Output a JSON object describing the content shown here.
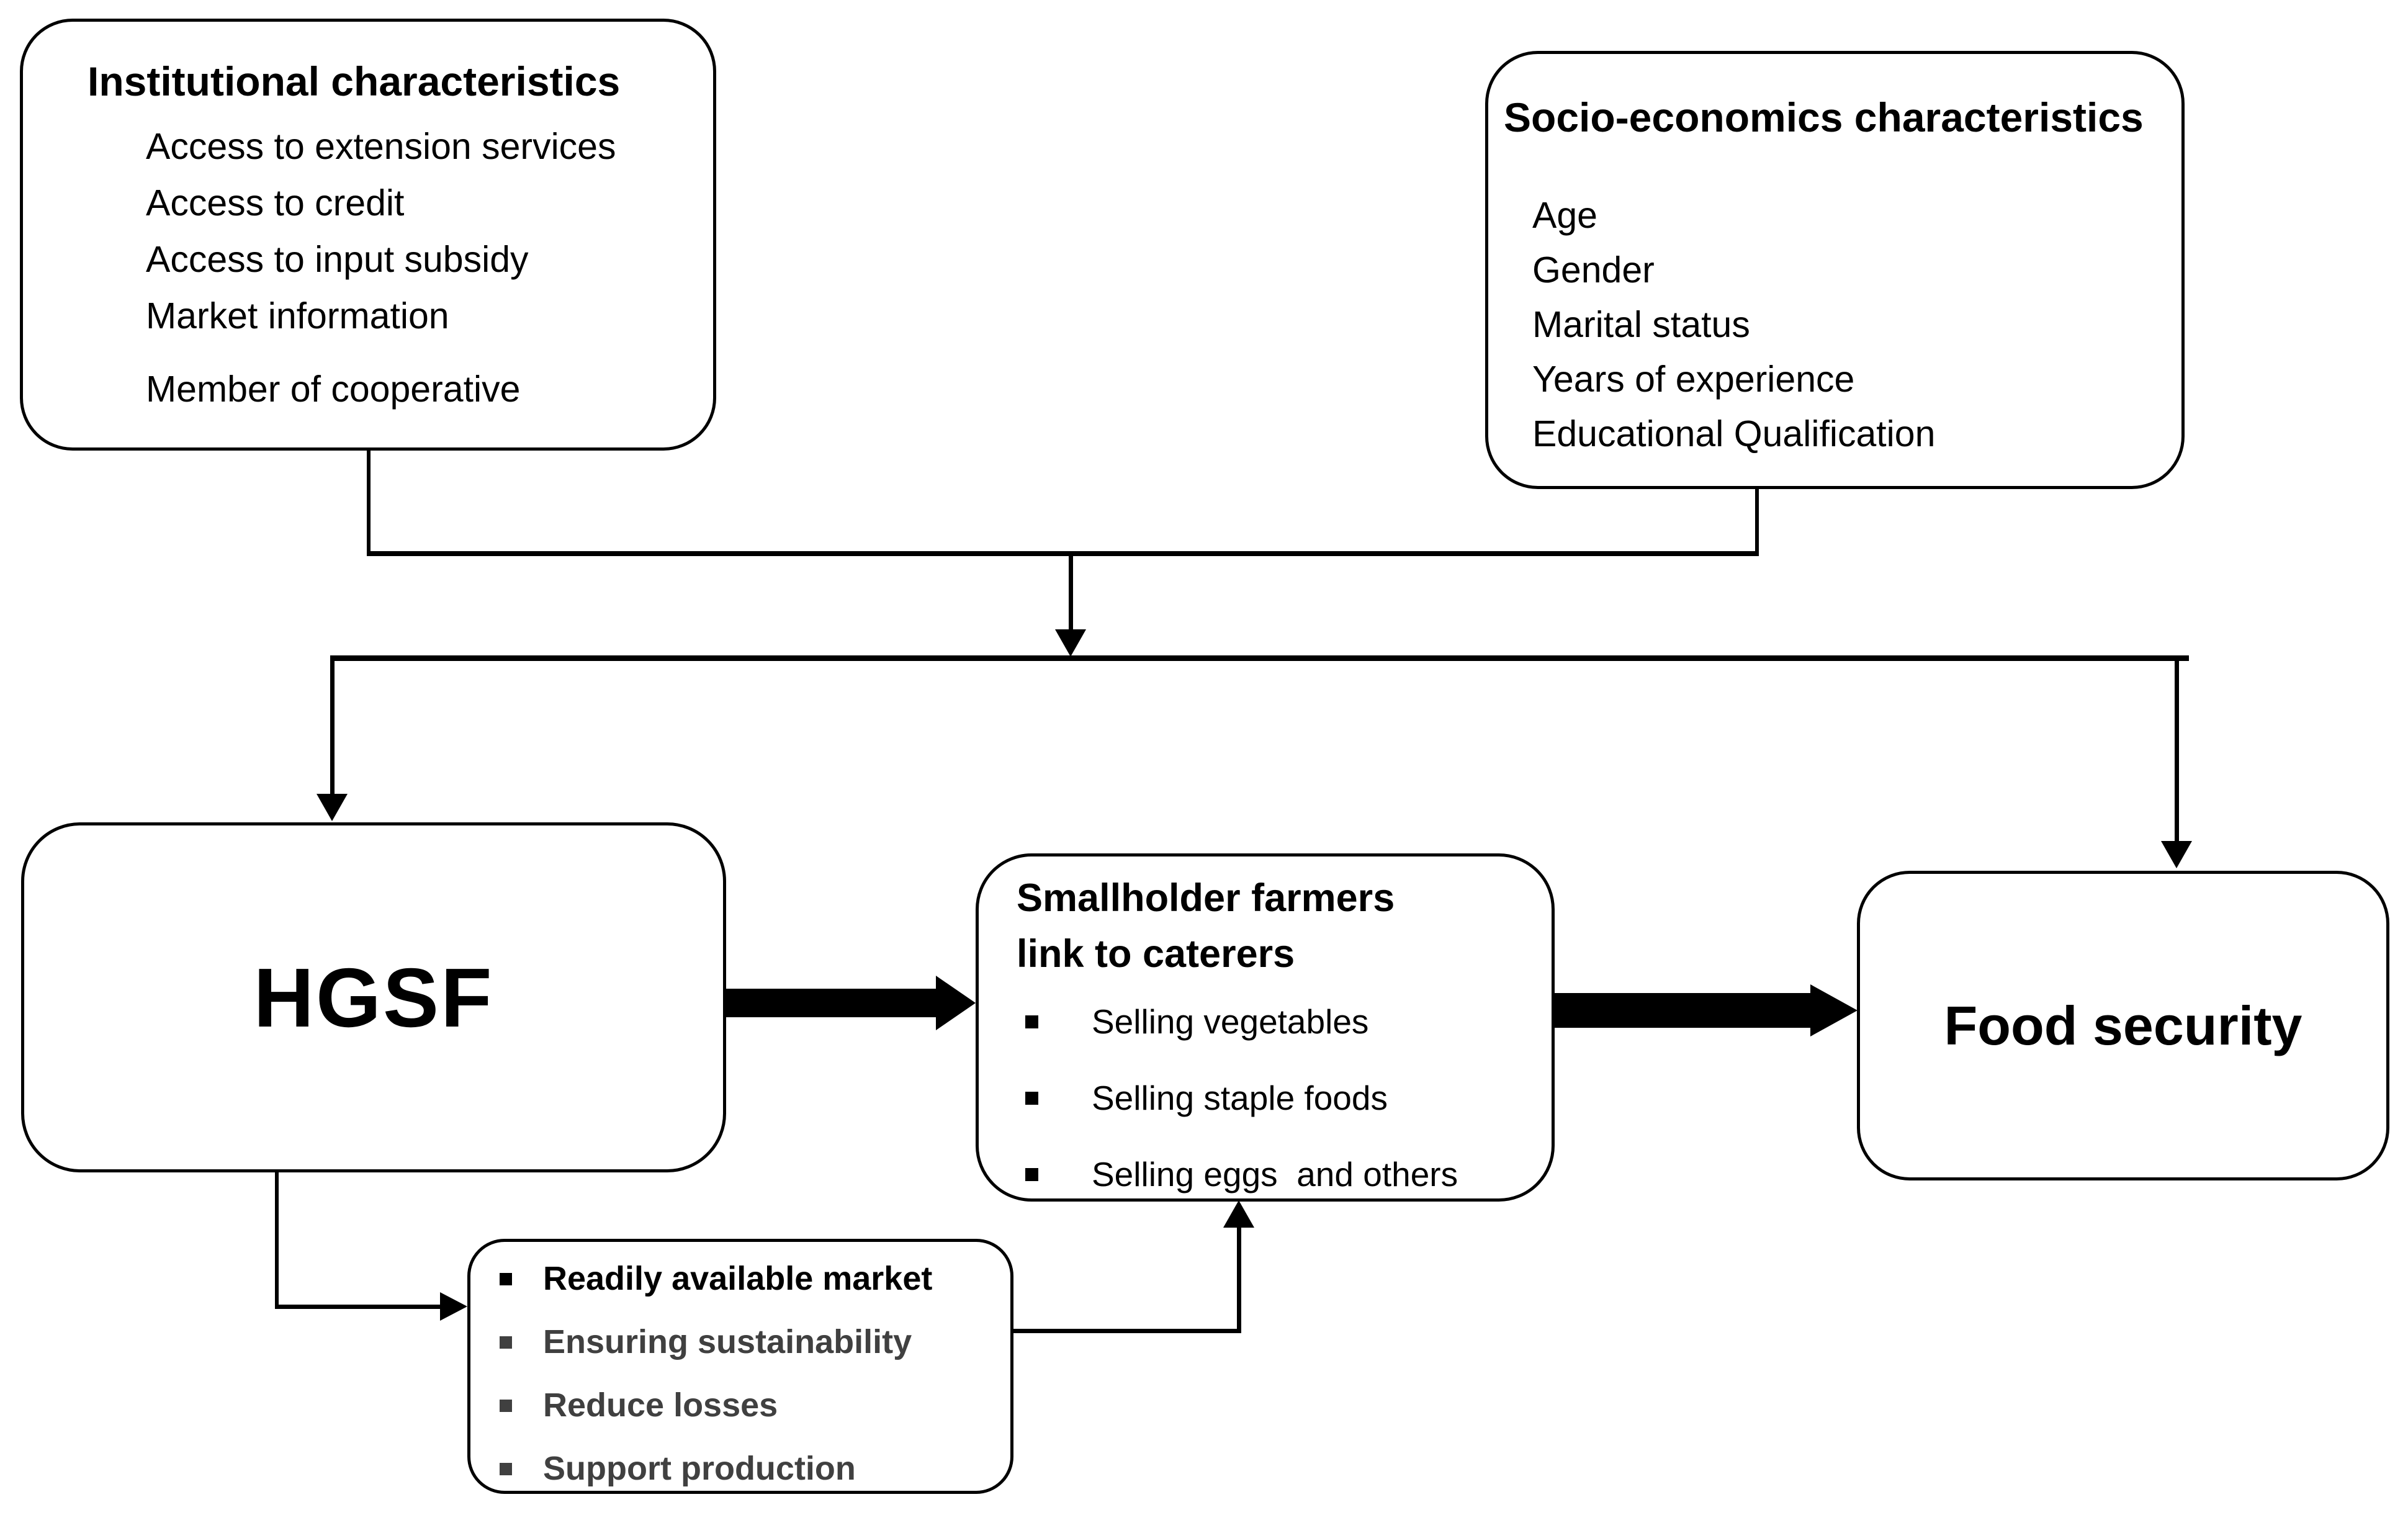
{
  "page": {
    "background": "#ffffff",
    "line_color": "#000000",
    "muted_text_color": "#404040"
  },
  "boxes": {
    "institutional": {
      "title": "Institutional characteristics",
      "items": [
        "Access to extension services",
        "Access to credit",
        "Access to input subsidy",
        "Market information",
        "Member of cooperative"
      ]
    },
    "socio_economics": {
      "title": "Socio-economics characteristics",
      "items": [
        "Age",
        "Gender",
        "Marital status",
        "Years of experience",
        "Educational Qualification"
      ]
    },
    "hgsf": {
      "label": "HGSF"
    },
    "smallholder": {
      "title_line1": "Smallholder farmers",
      "title_line2": "link to caterers",
      "items": [
        "Selling vegetables",
        "Selling staple foods",
        "Selling eggs  and others"
      ]
    },
    "food_security": {
      "label": "Food security"
    },
    "benefits": {
      "items": [
        {
          "label": "Readily available market",
          "color": "#000000"
        },
        {
          "label": "Ensuring sustainability",
          "color": "#404040"
        },
        {
          "label": "Reduce losses",
          "color": "#404040"
        },
        {
          "label": "Support production",
          "color": "#404040"
        }
      ]
    }
  }
}
